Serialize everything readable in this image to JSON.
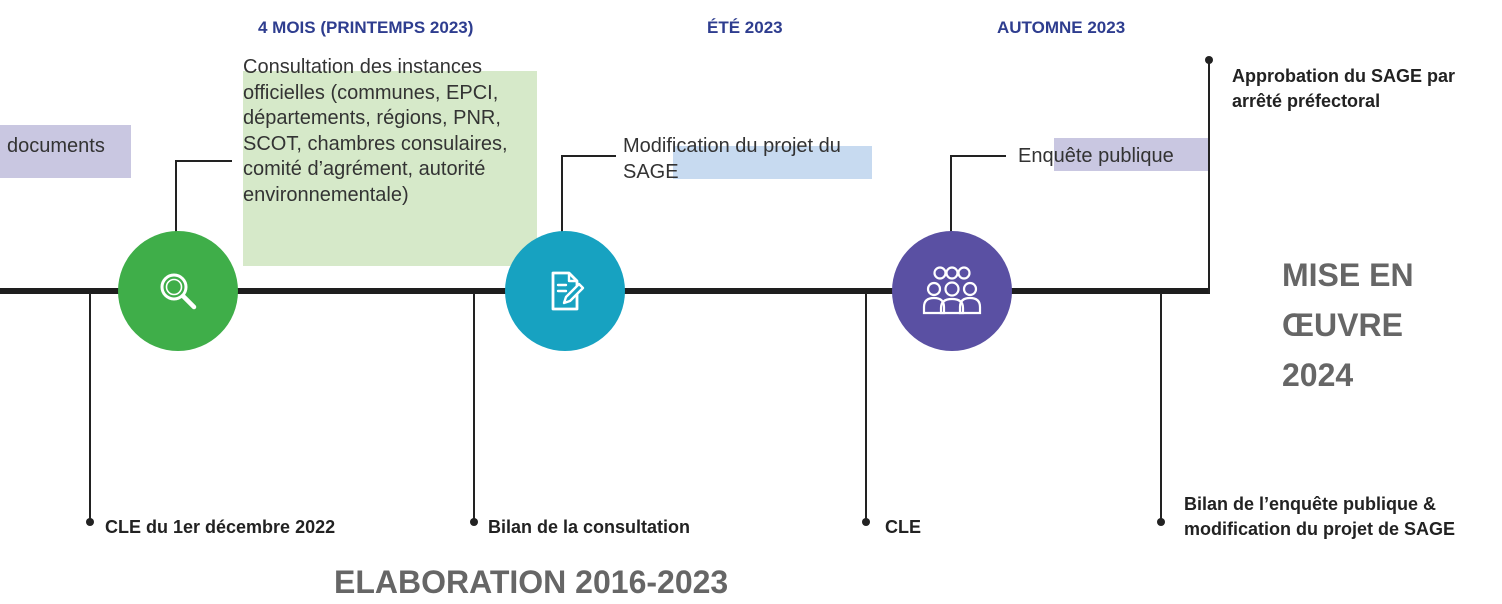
{
  "periods": {
    "p1": "4 MOIS (PRINTEMPS 2023)",
    "p2": "ÉTÉ 2023",
    "p3": "AUTOMNE 2023"
  },
  "top_labels": {
    "documents": "documents",
    "consultation": "Consultation des instances officielles (communes, EPCI, départements, régions, PNR, SCOT, chambres consulaires, comité d’agrément, autorité environnementale)",
    "modification": "Modification du projet du SAGE",
    "enquete": "Enquête publique",
    "approbation": "Approbation du SAGE par arrêté préfectoral"
  },
  "bottom_labels": {
    "cle1": "CLE du 1er décembre 2022",
    "bilan_consultation": "Bilan de la consultation",
    "cle2": "CLE",
    "bilan_enquete": "Bilan de l’enquête publique & modification du projet de SAGE"
  },
  "phases": {
    "mise_en_oeuvre": "MISE EN ŒUVRE 2024",
    "elaboration": "ELABORATION 2016-2023"
  },
  "icons": [
    "search-icon",
    "document-edit-icon",
    "group-people-icon"
  ],
  "colors": {
    "period_blue": "#2e3d8f",
    "green_circle": "#3fae49",
    "teal_circle": "#17a2c1",
    "purple_circle": "#5a50a3",
    "highlight_purple": "#c9c7e1",
    "highlight_green": "#d6e9c9",
    "highlight_blue": "#c7daf0",
    "phase_gray": "#666666"
  }
}
